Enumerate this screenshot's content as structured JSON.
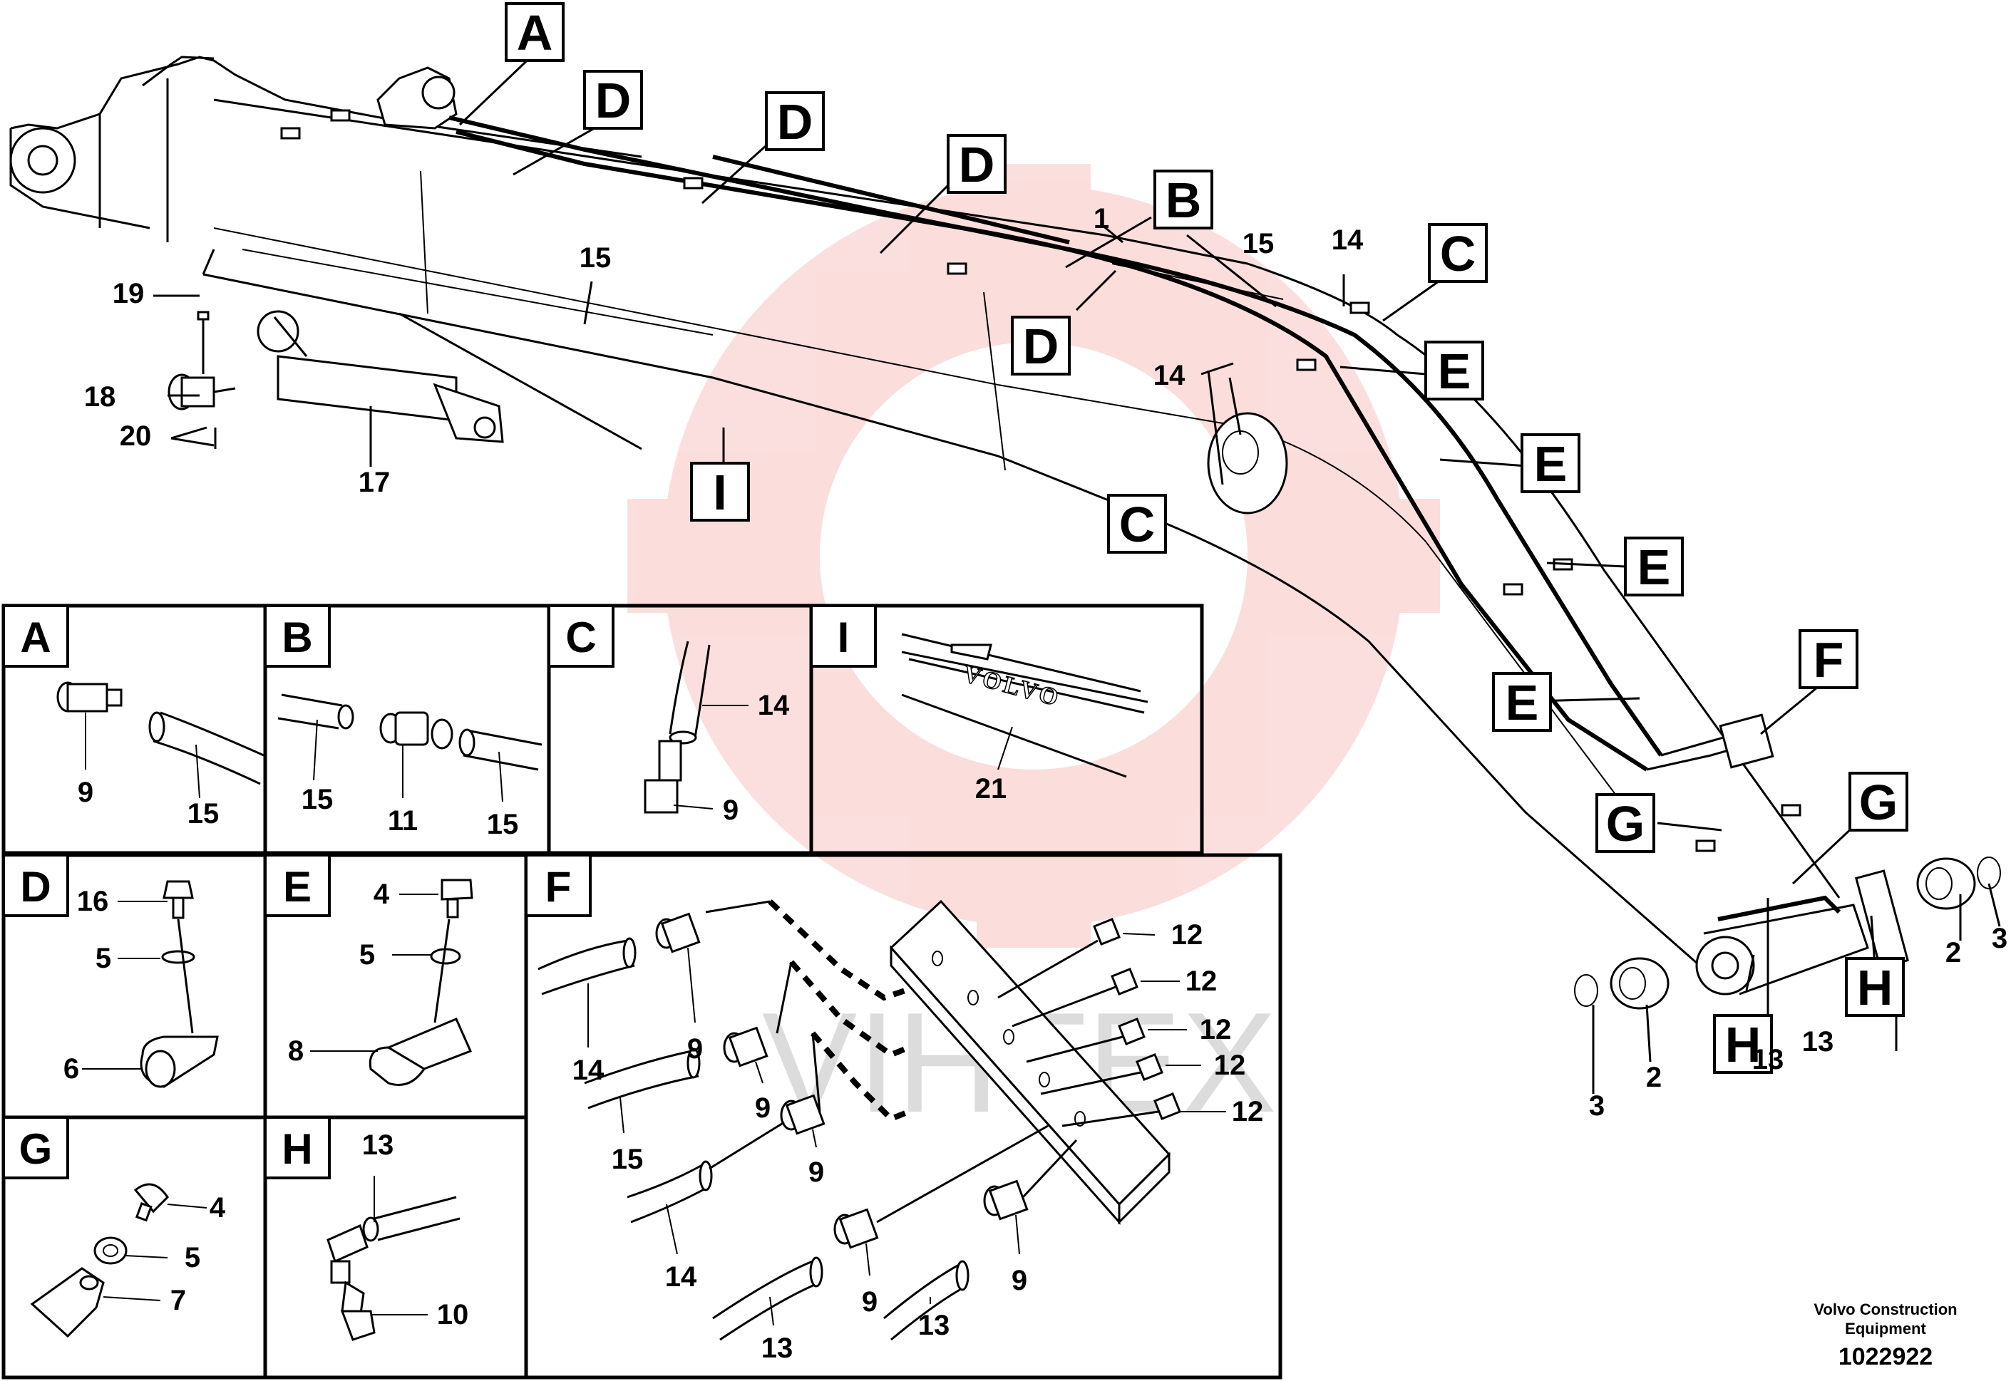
{
  "callouts": {
    "A": "A",
    "B": "B",
    "C": "C",
    "D": "D",
    "E": "E",
    "F": "F",
    "G": "G",
    "H": "H",
    "I": "I"
  },
  "numbers": {
    "n1": "1",
    "n2": "2",
    "n3": "3",
    "n4": "4",
    "n5": "5",
    "n6": "6",
    "n7": "7",
    "n8": "8",
    "n9": "9",
    "n10": "10",
    "n11": "11",
    "n12": "12",
    "n13": "13",
    "n14": "14",
    "n15": "15",
    "n16": "16",
    "n17": "17",
    "n18": "18",
    "n19": "19",
    "n20": "20",
    "n21": "21"
  },
  "detail_text": {
    "volvo_emboss": "VOLVO"
  },
  "footer": {
    "company_line1": "Volvo Construction",
    "company_line2": "Equipment",
    "drawing_number": "1022922"
  },
  "watermark": {
    "text": "VIHTEX",
    "color": "#e8352f"
  }
}
